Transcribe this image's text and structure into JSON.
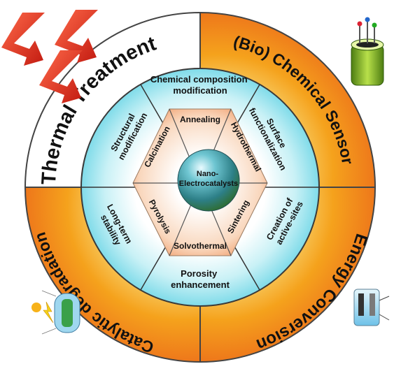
{
  "outer_ring": {
    "top_left": "Thermal Treatment",
    "top_right": "(Bio) Chemical Sensor",
    "bottom_right": "Energy Conversion",
    "bottom_left": "Catalytic degradation"
  },
  "middle_ring": {
    "top": [
      "Chemical composition",
      "modification"
    ],
    "upper_right": [
      "Surface",
      "functionalization"
    ],
    "lower_right": [
      "Creation of",
      "active-sites"
    ],
    "bottom": [
      "Porosity",
      "enhancement"
    ],
    "lower_left": [
      "Long-term",
      "stability"
    ],
    "upper_left": [
      "Structural",
      "modification"
    ]
  },
  "hexagon": {
    "top": "Annealing",
    "upper_right": "Hydrothermal",
    "lower_right": "Sintering",
    "bottom": "Solvothermal",
    "lower_left": "Pyrolysis",
    "upper_left": "Calcination"
  },
  "center": [
    "Nano-",
    "Electrocatalysts"
  ],
  "colors": {
    "orange_dark": "#e8541a",
    "orange_light": "#f5a21c",
    "white_quadrant": "#ffffff",
    "inner_cyan": "#8fe3ef",
    "hexagon_peach": "#f3b58c",
    "sphere": "#2f8f9a",
    "arrow_red": "#e02a1e"
  }
}
